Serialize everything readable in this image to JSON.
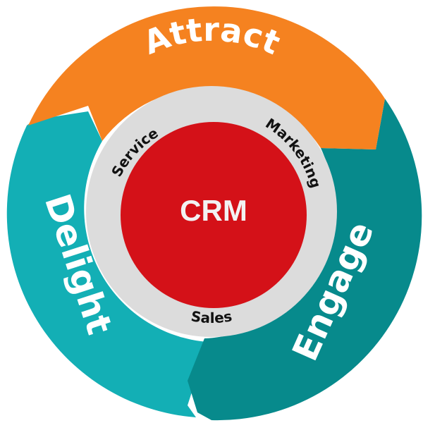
{
  "flywheel": {
    "center_label": "CRM",
    "segments": [
      {
        "label": "Attract",
        "color": "#F58220"
      },
      {
        "label": "Engage",
        "color": "#078A8C"
      },
      {
        "label": "Delight",
        "color": "#13AFB5"
      }
    ],
    "ring_labels": [
      "Service",
      "Marketing",
      "Sales"
    ],
    "colors": {
      "core": "#D41118",
      "ring": "#DCDCDC",
      "segment_text": "#FFFFFF",
      "ring_text": "#111111"
    }
  }
}
